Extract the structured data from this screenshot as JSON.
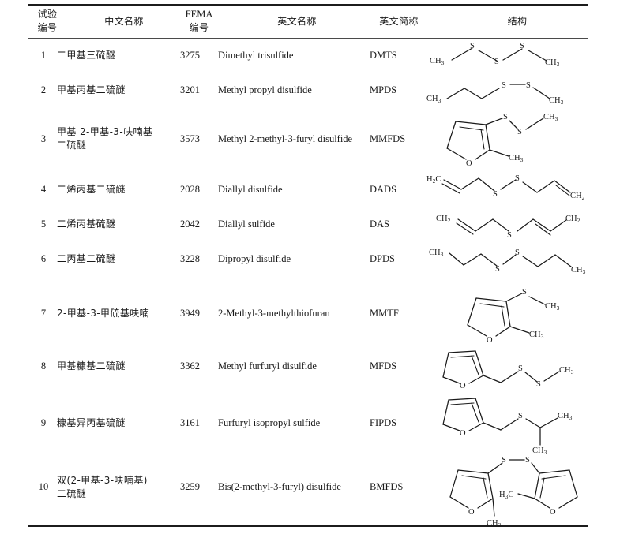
{
  "table": {
    "headers": [
      {
        "line1": "试验",
        "line2": "编号",
        "name": "experiment-number"
      },
      {
        "line1": "中文名称",
        "line2": "",
        "name": "chinese-name"
      },
      {
        "line1": "FEMA",
        "line2": "编号",
        "name": "fema-number"
      },
      {
        "line1": "英文名称",
        "line2": "",
        "name": "english-name"
      },
      {
        "line1": "英文简称",
        "line2": "",
        "name": "english-abbreviation"
      },
      {
        "line1": "结构",
        "line2": "",
        "name": "structure"
      }
    ],
    "rows": [
      {
        "no": "1",
        "cn_line1": "二甲基三硫醚",
        "cn_line2": "",
        "fema": "3275",
        "en": "Dimethyl trisulfide",
        "abbr": "DMTS",
        "structure": "dimethyl-trisulfide"
      },
      {
        "no": "2",
        "cn_line1": "甲基丙基二硫醚",
        "cn_line2": "",
        "fema": "3201",
        "en": "Methyl propyl disulfide",
        "abbr": "MPDS",
        "structure": "methyl-propyl-disulfide"
      },
      {
        "no": "3",
        "cn_line1": "甲基 2-甲基-3-呋喃基",
        "cn_line2": "二硫醚",
        "fema": "3573",
        "en": "Methyl 2-methyl-3-furyl disulfide",
        "abbr": "MMFDS",
        "structure": "methyl-2-methyl-3-furyl-disulfide"
      },
      {
        "no": "4",
        "cn_line1": "二烯丙基二硫醚",
        "cn_line2": "",
        "fema": "2028",
        "en": "Diallyl disulfide",
        "abbr": "DADS",
        "structure": "diallyl-disulfide"
      },
      {
        "no": "5",
        "cn_line1": "二烯丙基硫醚",
        "cn_line2": "",
        "fema": "2042",
        "en": "Diallyl sulfide",
        "abbr": "DAS",
        "structure": "diallyl-sulfide"
      },
      {
        "no": "6",
        "cn_line1": "二丙基二硫醚",
        "cn_line2": "",
        "fema": "3228",
        "en": "Dipropyl disulfide",
        "abbr": "DPDS",
        "structure": "dipropyl-disulfide"
      },
      {
        "no": "7",
        "cn_line1": "2-甲基-3-甲硫基呋喃",
        "cn_line2": "",
        "fema": "3949",
        "en": "2-Methyl-3-methylthiofuran",
        "abbr": "MMTF",
        "structure": "2-methyl-3-methylthiofuran"
      },
      {
        "no": "8",
        "cn_line1": "甲基糠基二硫醚",
        "cn_line2": "",
        "fema": "3362",
        "en": "Methyl furfuryl disulfide",
        "abbr": "MFDS",
        "structure": "methyl-furfuryl-disulfide"
      },
      {
        "no": "9",
        "cn_line1": "糠基异丙基硫醚",
        "cn_line2": "",
        "fema": "3161",
        "en": "Furfuryl isopropyl sulfide",
        "abbr": "FIPDS",
        "structure": "furfuryl-isopropyl-sulfide"
      },
      {
        "no": "10",
        "cn_line1": "双(2-甲基-3-呋喃基)",
        "cn_line2": "二硫醚",
        "fema": "3259",
        "en": "Bis(2-methyl-3-furyl) disulfide",
        "abbr": "BMFDS",
        "structure": "bis-2-methyl-3-furyl-disulfide"
      }
    ]
  },
  "atom_labels": {
    "ch3": "CH",
    "ch3_sub": "3",
    "ch2": "CH",
    "ch2_sub": "2",
    "h3c": "H",
    "h3c_sub": "3",
    "h3c_tail": "C",
    "h2c": "H",
    "h2c_sub": "2",
    "h2c_tail": "C",
    "sulfur": "S",
    "oxygen": "O"
  }
}
